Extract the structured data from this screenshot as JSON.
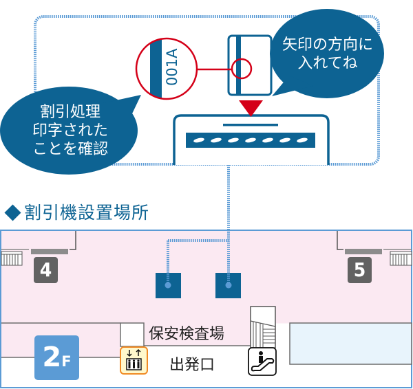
{
  "instruction_panel": {
    "bubble_left": "割引処理\n印字された\nことを確認",
    "bubble_right": "矢印の方向に\n入れてね",
    "ticket_code": "001A"
  },
  "section_title": "割引機設置場所",
  "floor_map": {
    "gates": [
      {
        "number": "4"
      },
      {
        "number": "5"
      }
    ],
    "security_checkpoint": "保安検査場",
    "departure_exit": "出発口",
    "floor": {
      "number": "2",
      "unit": "F"
    },
    "icons": [
      "elevator-icon",
      "escalator-icon"
    ]
  },
  "colors": {
    "brand_blue": "#0d6393",
    "dotted_line": "#5b9bd5",
    "red_accent": "#d40018",
    "gate_gray": "#626262",
    "floor_pink": "#fbe9f2",
    "floor_badge": "#5b9bd5",
    "light_blue_area": "#e8f4fc",
    "elevator_bg": "#fff8cc",
    "elevator_border": "#f08a24"
  }
}
